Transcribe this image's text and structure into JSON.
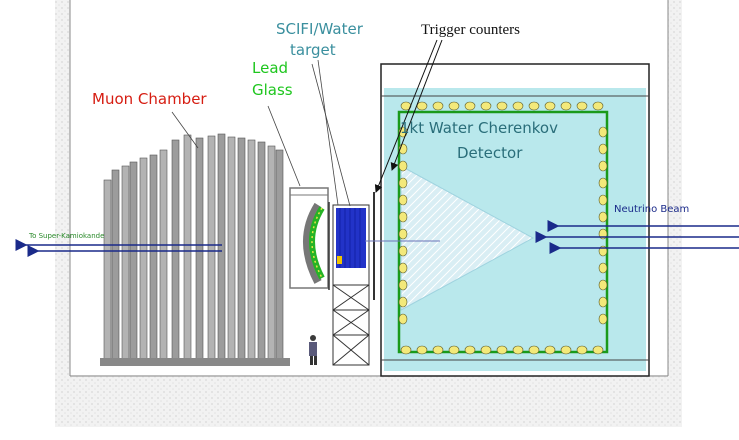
{
  "labels": {
    "muon_chamber": "Muon Chamber",
    "lead_glass_line1": "Lead",
    "lead_glass_line2": "Glass",
    "scifi_line1": "SCIFI/Water",
    "scifi_line2": "target",
    "trigger_counters": "Trigger counters",
    "water_cherenkov_line1": "1kt Water Cherenkov",
    "water_cherenkov_line2": "Detector",
    "to_super_kamiokande": "To Super-Kamiokande",
    "neutrino_beam": "Neutrino   Beam"
  },
  "colors": {
    "muon_label": "#d61d12",
    "lead_label": "#1ec61e",
    "scifi_label": "#3a8f9e",
    "water_tank": "#b9e8ec",
    "beam_arrow": "#1a2a8a",
    "scifi_block": "#2233c8"
  },
  "icons": [
    "person-figure",
    "beam-arrow-icon"
  ]
}
